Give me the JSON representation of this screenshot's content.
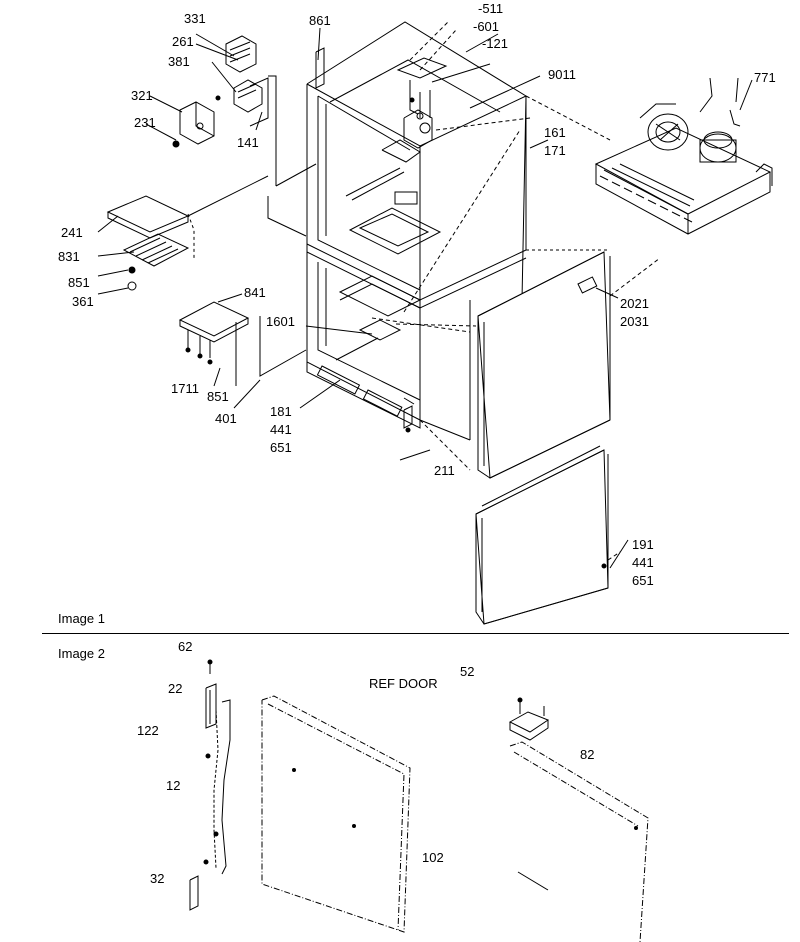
{
  "image1": {
    "title": "Image 1",
    "parts": [
      {
        "id": "p331",
        "text": "331"
      },
      {
        "id": "p861",
        "text": "861"
      },
      {
        "id": "p511",
        "text": "-511"
      },
      {
        "id": "p601",
        "text": "-601"
      },
      {
        "id": "p121",
        "text": "-121"
      },
      {
        "id": "p9011",
        "text": "9011"
      },
      {
        "id": "p261",
        "text": "261"
      },
      {
        "id": "p381",
        "text": "381"
      },
      {
        "id": "p321",
        "text": "321"
      },
      {
        "id": "p231",
        "text": "231"
      },
      {
        "id": "p141",
        "text": "141"
      },
      {
        "id": "p771",
        "text": "771"
      },
      {
        "id": "p161",
        "text": "161"
      },
      {
        "id": "p171",
        "text": "171"
      },
      {
        "id": "p241",
        "text": "241"
      },
      {
        "id": "p831",
        "text": "831"
      },
      {
        "id": "p851a",
        "text": "851"
      },
      {
        "id": "p361",
        "text": "361"
      },
      {
        "id": "p841",
        "text": "841"
      },
      {
        "id": "p1601",
        "text": "1601"
      },
      {
        "id": "p2021",
        "text": "2021"
      },
      {
        "id": "p2031",
        "text": "2031"
      },
      {
        "id": "p1711",
        "text": "1711"
      },
      {
        "id": "p851b",
        "text": "851"
      },
      {
        "id": "p401",
        "text": "401"
      },
      {
        "id": "p181",
        "text": "181"
      },
      {
        "id": "p441a",
        "text": "441"
      },
      {
        "id": "p651a",
        "text": "651"
      },
      {
        "id": "p211",
        "text": "211"
      },
      {
        "id": "p191",
        "text": "191"
      },
      {
        "id": "p441b",
        "text": "441"
      },
      {
        "id": "p651b",
        "text": "651"
      }
    ]
  },
  "image2": {
    "title": "Image 2",
    "caption": "REF DOOR",
    "parts": [
      {
        "id": "q62",
        "text": "62"
      },
      {
        "id": "q52",
        "text": "52"
      },
      {
        "id": "q22",
        "text": "22"
      },
      {
        "id": "q122",
        "text": "122"
      },
      {
        "id": "q82",
        "text": "82"
      },
      {
        "id": "q12",
        "text": "12"
      },
      {
        "id": "q102",
        "text": "102"
      },
      {
        "id": "q32",
        "text": "32"
      }
    ]
  }
}
